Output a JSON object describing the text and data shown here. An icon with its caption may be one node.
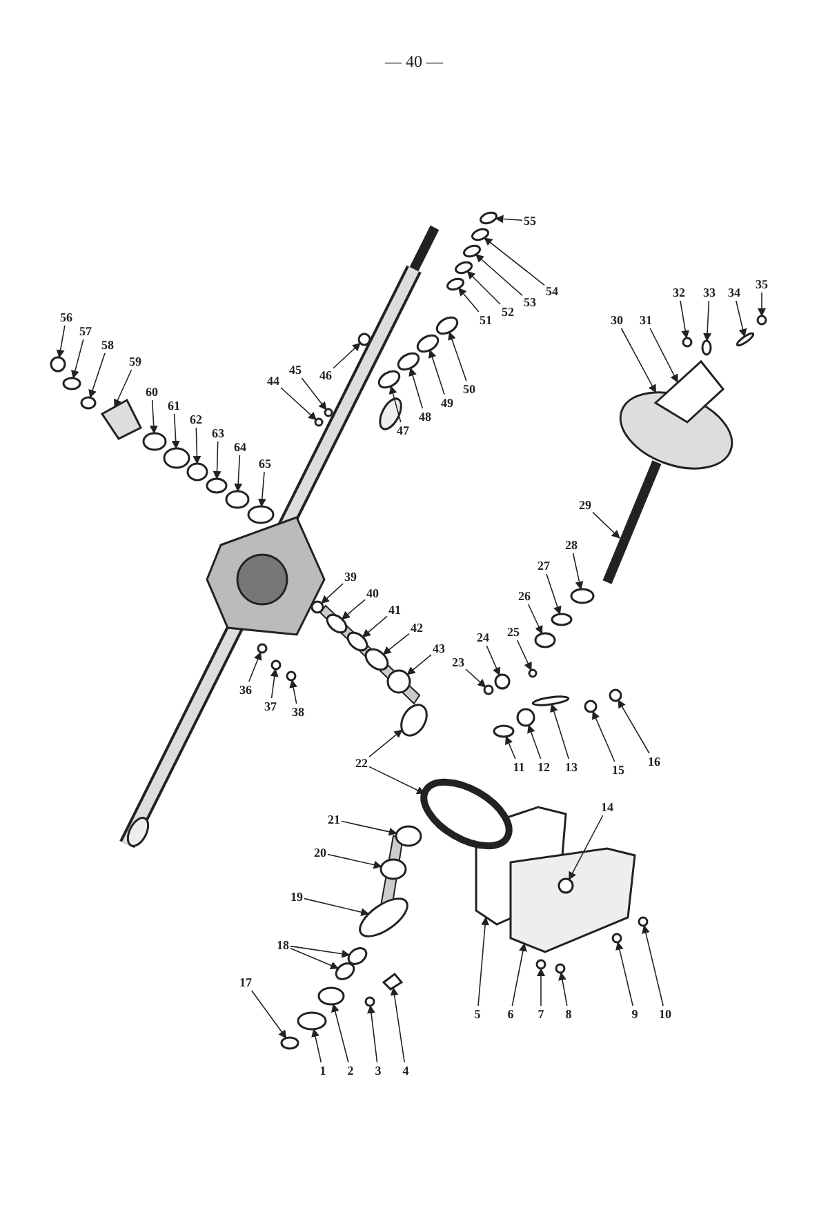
{
  "diagram": {
    "nodes": [
      {
        "text": [
          "1"
        ]
      },
      {
        "text": [
          "2"
        ]
      },
      {
        "text": [
          "3"
        ]
      },
      {
        "text": [
          "4"
        ]
      },
      {
        "text": [
          "5"
        ]
      },
      {
        "text": [
          "6"
        ]
      },
      {
        "text": [
          "7"
        ]
      },
      {
        "text": [
          "8"
        ]
      },
      {
        "text": [
          "9"
        ]
      },
      {
        "text": [
          "10"
        ]
      },
      {
        "text": [
          "11"
        ]
      },
      {
        "text": [
          "12"
        ]
      },
      {
        "text": [
          "13"
        ]
      },
      {
        "text": [
          "14"
        ]
      },
      {
        "text": [
          "15"
        ]
      },
      {
        "text": [
          "16"
        ]
      },
      {
        "text": [
          "17"
        ]
      },
      {
        "text": [
          "18"
        ]
      },
      {
        "text": [
          "19"
        ]
      },
      {
        "text": [
          "20"
        ]
      },
      {
        "text": [
          "21"
        ]
      },
      {
        "text": [
          "22"
        ]
      },
      {
        "text": [
          "23"
        ]
      },
      {
        "text": [
          "24"
        ]
      },
      {
        "text": [
          "25"
        ]
      },
      {
        "text": [
          "26"
        ]
      },
      {
        "text": [
          "27"
        ]
      },
      {
        "text": [
          "28"
        ]
      },
      {
        "text": [
          "29"
        ]
      },
      {
        "text": [
          "30"
        ]
      },
      {
        "text": [
          "31"
        ]
      },
      {
        "text": [
          "32"
        ]
      },
      {
        "text": [
          "33"
        ]
      },
      {
        "text": [
          "34"
        ]
      },
      {
        "text": [
          "35"
        ]
      },
      {
        "text": [
          "36"
        ]
      },
      {
        "text": [
          "37"
        ]
      },
      {
        "text": [
          "38"
        ]
      },
      {
        "text": [
          "39"
        ]
      },
      {
        "text": [
          "40"
        ]
      },
      {
        "text": [
          "41"
        ]
      },
      {
        "text": [
          "42"
        ]
      },
      {
        "text": [
          "43"
        ]
      },
      {
        "text": [
          "44"
        ]
      },
      {
        "text": [
          "45"
        ]
      },
      {
        "text": [
          "46"
        ]
      },
      {
        "text": [
          "47"
        ]
      },
      {
        "text": [
          "48"
        ]
      },
      {
        "text": [
          "49"
        ]
      },
      {
        "text": [
          "50"
        ]
      },
      {
        "text": [
          "51"
        ]
      },
      {
        "text": [
          "52"
        ]
      },
      {
        "text": [
          "53"
        ]
      },
      {
        "text": [
          "54"
        ]
      },
      {
        "text": [
          "55"
        ]
      },
      {
        "text": [
          "56"
        ]
      },
      {
        "text": [
          "57"
        ]
      },
      {
        "text": [
          "58"
        ]
      },
      {
        "text": [
          "59"
        ]
      },
      {
        "text": [
          "60"
        ]
      },
      {
        "text": [
          "61"
        ]
      },
      {
        "text": [
          "62"
        ]
      },
      {
        "text": [
          "63"
        ]
      },
      {
        "text": [
          "64"
        ]
      },
      {
        "text": [
          "65"
        ]
      },
      {
        "text": [],
        "shape": "circle"
      },
      {
        "text": [],
        "shape": "circle"
      },
      {
        "text": [],
        "shape": "circle"
      },
      {
        "text": [],
        "shape": "picture"
      },
      {
        "text": [],
        "shape": "picture"
      },
      {
        "text": [],
        "shape": "picture"
      },
      {
        "text": [],
        "shape": "circle"
      },
      {
        "text": [],
        "shape": "circle"
      },
      {
        "text": [],
        "shape": "circle"
      },
      {
        "text": [],
        "shape": "circle"
      },
      {
        "text": [],
        "shape": "circle"
      },
      {
        "text": [],
        "shape": "circle"
      },
      {
        "text": [],
        "shape": "circle"
      },
      {
        "text": [],
        "shape": "circle",
        "in": 70
      },
      {
        "text": [],
        "shape": "circle"
      },
      {
        "text": [],
        "shape": "circle"
      },
      {
        "text": [],
        "shape": "circle"
      },
      {
        "text": [],
        "shape": "circle"
      },
      {
        "text": [],
        "shape": "circle"
      },
      {
        "text": [],
        "shape": "circle"
      },
      {
        "text": [],
        "shape": "circle"
      },
      {
        "text": [],
        "shape": "circle"
      },
      {
        "text": [],
        "shape": "circle"
      },
      {
        "text": [],
        "shape": "circle"
      },
      {
        "text": [],
        "shape": "circle"
      },
      {
        "text": [],
        "shape": "circle"
      },
      {
        "text": [],
        "shape": "circle"
      },
      {
        "text": [],
        "shape": "circle"
      },
      {
        "text": [],
        "shape": "circle"
      },
      {
        "text": [],
        "shape": "circle"
      },
      {
        "text": [],
        "shape": "picture"
      },
      {
        "text": [],
        "shape": "circle"
      },
      {
        "text": [],
        "shape": "picture"
      },
      {
        "text": [],
        "shape": "circle"
      },
      {
        "text": [],
        "shape": "circle"
      },
      {
        "text": [],
        "shape": "circle"
      },
      {
        "text": [],
        "shape": "circle"
      },
      {
        "text": [],
        "shape": "circle"
      },
      {
        "text": [],
        "shape": "circle"
      },
      {
        "text": [],
        "shape": "circle"
      },
      {
        "text": [],
        "shape": "circle"
      },
      {
        "text": [],
        "shape": "circle"
      },
      {
        "text": [],
        "shape": "circle"
      },
      {
        "text": [],
        "shape": "circle"
      },
      {
        "text": [],
        "shape": "circle"
      },
      {
        "text": [],
        "shape": "circle"
      },
      {
        "text": [],
        "shape": "circle"
      },
      {
        "text": [],
        "shape": "circle"
      },
      {
        "text": [],
        "shape": "circle"
      },
      {
        "text": [],
        "shape": "circle"
      },
      {
        "text": [],
        "shape": "circle"
      },
      {
        "text": [],
        "shape": "circle"
      },
      {
        "text": [],
        "shape": "circle"
      },
      {
        "text": [],
        "shape": "circle"
      },
      {
        "text": [],
        "shape": "circle"
      },
      {
        "text": [],
        "shape": "circle"
      },
      {
        "text": [],
        "shape": "circle"
      },
      {
        "text": [],
        "shape": "circle"
      },
      {
        "text": [],
        "shape": "circle"
      },
      {
        "text": [],
        "shape": "circle"
      },
      {
        "text": [],
        "shape": "picture"
      },
      {
        "text": [],
        "shape": "circle"
      },
      {
        "text": [],
        "shape": "circle"
      },
      {
        "text": [],
        "shape": "circle"
      },
      {
        "text": [],
        "shape": "circle"
      },
      {
        "text": [],
        "shape": "circle"
      },
      {
        "text": [],
        "shape": "circle"
      }
    ],
    "edges": [
      {
        "from": 0,
        "to": 65,
        "arrow": "to"
      },
      {
        "from": 1,
        "to": 66,
        "arrow": "to"
      },
      {
        "from": 2,
        "to": 67,
        "arrow": "to"
      },
      {
        "from": 3,
        "to": 68,
        "arrow": "to"
      },
      {
        "from": 4,
        "to": 69,
        "arrow": "to"
      },
      {
        "from": 5,
        "to": 70,
        "arrow": "to"
      },
      {
        "from": 6,
        "to": 71,
        "arrow": "to"
      },
      {
        "from": 7,
        "to": 72,
        "arrow": "to"
      },
      {
        "from": 8,
        "to": 73,
        "arrow": "to"
      },
      {
        "from": 9,
        "to": 74,
        "arrow": "to"
      },
      {
        "from": 10,
        "to": 75,
        "arrow": "to"
      },
      {
        "from": 11,
        "to": 76,
        "arrow": "to"
      },
      {
        "from": 12,
        "to": 77,
        "arrow": "to"
      },
      {
        "from": 13,
        "to": 78,
        "arrow": "to"
      },
      {
        "from": 14,
        "to": 79,
        "arrow": "to"
      },
      {
        "from": 15,
        "to": 80,
        "arrow": "to"
      },
      {
        "from": 16,
        "to": 81,
        "arrow": "to"
      },
      {
        "from": 17,
        "to": 82,
        "arrow": "to"
      },
      {
        "from": 17,
        "to": 83,
        "arrow": "to"
      },
      {
        "from": 18,
        "to": 84,
        "arrow": "to"
      },
      {
        "from": 19,
        "to": 85,
        "arrow": "to"
      },
      {
        "from": 20,
        "to": 86,
        "arrow": "to"
      },
      {
        "from": 21,
        "to": 87,
        "arrow": "to"
      },
      {
        "from": 21,
        "to": 88,
        "arrow": "to"
      },
      {
        "from": 22,
        "to": 89,
        "arrow": "to"
      },
      {
        "from": 23,
        "to": 90,
        "arrow": "to"
      },
      {
        "from": 24,
        "to": 91,
        "arrow": "to"
      },
      {
        "from": 25,
        "to": 92,
        "arrow": "to"
      },
      {
        "from": 26,
        "to": 93,
        "arrow": "to"
      },
      {
        "from": 27,
        "to": 94,
        "arrow": "to"
      },
      {
        "from": 28,
        "to": 95,
        "arrow": "to"
      },
      {
        "from": 29,
        "to": 96,
        "arrow": "to"
      },
      {
        "from": 30,
        "to": 97,
        "arrow": "to"
      },
      {
        "from": 31,
        "to": 98,
        "arrow": "to"
      },
      {
        "from": 32,
        "to": 99,
        "arrow": "to"
      },
      {
        "from": 33,
        "to": 100,
        "arrow": "to"
      },
      {
        "from": 34,
        "to": 101,
        "arrow": "to"
      },
      {
        "from": 35,
        "to": 102,
        "arrow": "to"
      },
      {
        "from": 36,
        "to": 103,
        "arrow": "to"
      },
      {
        "from": 37,
        "to": 104,
        "arrow": "to"
      },
      {
        "from": 38,
        "to": 105,
        "arrow": "to"
      },
      {
        "from": 39,
        "to": 106,
        "arrow": "to"
      },
      {
        "from": 40,
        "to": 107,
        "arrow": "to"
      },
      {
        "from": 41,
        "to": 108,
        "arrow": "to"
      },
      {
        "from": 42,
        "to": 109,
        "arrow": "to"
      },
      {
        "from": 43,
        "to": 110,
        "arrow": "to"
      },
      {
        "from": 44,
        "to": 111,
        "arrow": "to"
      },
      {
        "from": 45,
        "to": 112,
        "arrow": "to"
      },
      {
        "from": 46,
        "to": 113,
        "arrow": "to"
      },
      {
        "from": 47,
        "to": 114,
        "arrow": "to"
      },
      {
        "from": 48,
        "to": 115,
        "arrow": "to"
      },
      {
        "from": 49,
        "to": 116,
        "arrow": "to"
      },
      {
        "from": 50,
        "to": 117,
        "arrow": "to"
      },
      {
        "from": 51,
        "to": 118,
        "arrow": "to"
      },
      {
        "from": 52,
        "to": 119,
        "arrow": "to"
      },
      {
        "from": 53,
        "to": 120,
        "arrow": "to"
      },
      {
        "from": 54,
        "to": 121,
        "arrow": "to"
      },
      {
        "from": 55,
        "to": 122,
        "arrow": "to"
      },
      {
        "from": 56,
        "to": 123,
        "arrow": "to"
      },
      {
        "from": 57,
        "to": 124,
        "arrow": "to"
      },
      {
        "from": 58,
        "to": 125,
        "arrow": "to"
      },
      {
        "from": 59,
        "to": 126,
        "arrow": "to"
      },
      {
        "from": 60,
        "to": 127,
        "arrow": "to"
      },
      {
        "from": 61,
        "to": 128,
        "arrow": "to"
      },
      {
        "from": 62,
        "to": 129,
        "arrow": "to"
      },
      {
        "from": 63,
        "to": 130,
        "arrow": "to"
      },
      {
        "from": 64,
        "to": 131,
        "arrow": "to"
      }
    ],
    "labels": [
      "— 40 —"
    ]
  }
}
